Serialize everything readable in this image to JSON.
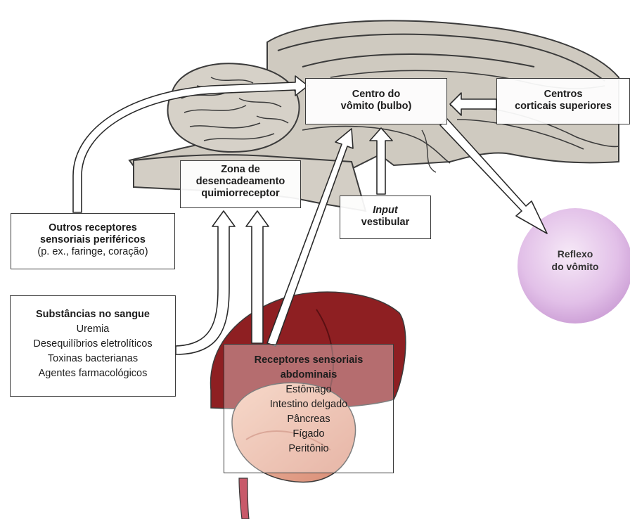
{
  "center": {
    "line1": "Centro do",
    "line2": "vômito (bulbo)"
  },
  "cortical": {
    "line1": "Centros",
    "line2": "corticais superiores"
  },
  "ctz": {
    "line1": "Zona de",
    "line2": "desencadeamento",
    "line3": "quimiorreceptor"
  },
  "vestibular": {
    "line1": "Input",
    "line2": "vestibular"
  },
  "peripheral": {
    "line1": "Outros receptores",
    "line2": "sensoriais periféricos",
    "line3": "(p. ex., faringe, coração)"
  },
  "blood": {
    "title": "Substâncias no sangue",
    "items": [
      "Uremia",
      "Desequilíbrios eletrolíticos",
      "Toxinas bacterianas",
      "Agentes farmacológicos"
    ]
  },
  "abdominal": {
    "title1": "Receptores sensoriais",
    "title2": "abdominais",
    "items": [
      "Estômago",
      "Intestino delgado",
      "Pâncreas",
      "Fígado",
      "Peritônio"
    ]
  },
  "reflex": {
    "line1": "Reflexo",
    "line2": "do vômito"
  },
  "colors": {
    "brain": "#cfcac0",
    "brain_stroke": "#3b3b3b",
    "liver": "#8e1f22",
    "stomach": "#e9a88c",
    "esophagus": "#c85a6a",
    "reflex": "#e7c9ec"
  }
}
